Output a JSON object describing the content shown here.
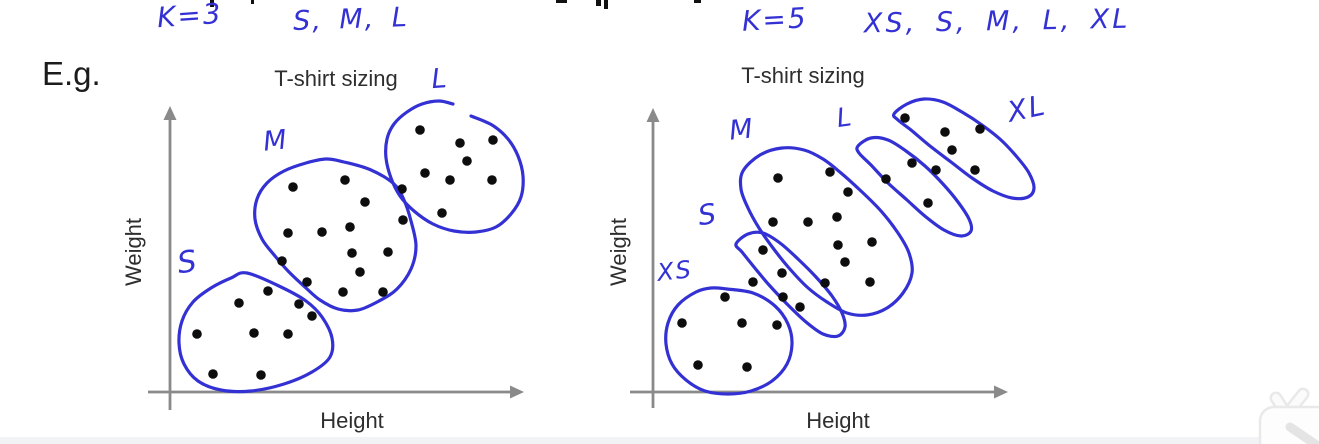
{
  "meta": {
    "eg_label": "E.g."
  },
  "handwritten_header": {
    "left_k": "K=3",
    "left_sizes": "S, M, L",
    "right_k": "K=5",
    "right_sizes": "XS, S, M, L, XL"
  },
  "colors": {
    "ink": "#3431d4",
    "axis": "#8a8a8a",
    "dot": "#0d0d0d",
    "print_text": "#2e2e2e",
    "watermark_shade": "#e9e9e9",
    "bottom_strip": "#f2f3f4"
  },
  "chart_data": [
    {
      "type": "scatter",
      "id": "left",
      "title": "T-shirt sizing",
      "xlabel": "Height",
      "ylabel": "Weight",
      "k_value": 3,
      "axes_unlabeled": true,
      "legend": "none",
      "axis": {
        "y_line": [
          [
            170,
            410
          ],
          [
            170,
            118
          ]
        ],
        "y_arrow_tip": [
          170,
          106
        ],
        "x_line": [
          [
            148,
            392
          ],
          [
            512,
            392
          ]
        ],
        "x_arrow_tip": [
          524,
          392
        ]
      },
      "clusters": [
        {
          "label": "S",
          "closed": true,
          "outline": [
            [
              247,
              273
            ],
            [
              281,
              287
            ],
            [
              306,
              301
            ],
            [
              322,
              317
            ],
            [
              332,
              338
            ],
            [
              330,
              357
            ],
            [
              312,
              372
            ],
            [
              284,
              384
            ],
            [
              251,
              391
            ],
            [
              221,
              390
            ],
            [
              198,
              381
            ],
            [
              184,
              364
            ],
            [
              179,
              343
            ],
            [
              182,
              321
            ],
            [
              193,
              302
            ],
            [
              211,
              288
            ],
            [
              231,
              278
            ]
          ],
          "points": [
            [
              197,
              334
            ],
            [
              239,
              303
            ],
            [
              268,
              291
            ],
            [
              254,
              333
            ],
            [
              288,
              334
            ],
            [
              213,
              374
            ],
            [
              261,
              375
            ],
            [
              299,
              304
            ],
            [
              312,
              316
            ]
          ]
        },
        {
          "label": "M",
          "closed": true,
          "outline": [
            [
              344,
              162
            ],
            [
              371,
              170
            ],
            [
              394,
              184
            ],
            [
              404,
              200
            ],
            [
              411,
              221
            ],
            [
              416,
              246
            ],
            [
              411,
              269
            ],
            [
              397,
              289
            ],
            [
              379,
              301
            ],
            [
              358,
              310
            ],
            [
              338,
              309
            ],
            [
              320,
              300
            ],
            [
              306,
              288
            ],
            [
              289,
              272
            ],
            [
              275,
              256
            ],
            [
              262,
              239
            ],
            [
              255,
              219
            ],
            [
              257,
              199
            ],
            [
              267,
              183
            ],
            [
              284,
              171
            ],
            [
              306,
              163
            ],
            [
              326,
              159
            ]
          ],
          "points": [
            [
              293,
              187
            ],
            [
              345,
              180
            ],
            [
              365,
              202
            ],
            [
              288,
              233
            ],
            [
              322,
              232
            ],
            [
              350,
              227
            ],
            [
              402,
              189
            ],
            [
              403,
              220
            ],
            [
              352,
              253
            ],
            [
              388,
              252
            ],
            [
              360,
              272
            ],
            [
              343,
              292
            ],
            [
              383,
              292
            ],
            [
              282,
              261
            ],
            [
              307,
              282
            ]
          ]
        },
        {
          "label": "L",
          "closed": false,
          "outline": [
            [
              471,
              116
            ],
            [
              492,
              125
            ],
            [
              508,
              139
            ],
            [
              518,
              156
            ],
            [
              523,
              176
            ],
            [
              521,
              197
            ],
            [
              511,
              214
            ],
            [
              496,
              227
            ],
            [
              476,
              232
            ],
            [
              454,
              231
            ],
            [
              433,
              224
            ],
            [
              414,
              211
            ],
            [
              400,
              196
            ],
            [
              391,
              178
            ],
            [
              386,
              158
            ],
            [
              387,
              139
            ],
            [
              394,
              124
            ],
            [
              407,
              112
            ],
            [
              422,
              104
            ],
            [
              439,
              101
            ],
            [
              453,
              104
            ]
          ],
          "points": [
            [
              420,
              130
            ],
            [
              460,
              143
            ],
            [
              493,
              140
            ],
            [
              467,
              161
            ],
            [
              425,
              173
            ],
            [
              450,
              180
            ],
            [
              492,
              180
            ],
            [
              442,
              213
            ]
          ]
        }
      ]
    },
    {
      "type": "scatter",
      "id": "right",
      "title": "T-shirt sizing",
      "xlabel": "Height",
      "ylabel": "Weight",
      "k_value": 5,
      "axes_unlabeled": true,
      "legend": "none",
      "axis": {
        "y_line": [
          [
            653,
            408
          ],
          [
            653,
            120
          ]
        ],
        "y_arrow_tip": [
          653,
          108
        ],
        "x_line": [
          [
            630,
            392
          ],
          [
            996,
            392
          ]
        ],
        "x_arrow_tip": [
          1008,
          392
        ]
      },
      "clusters": [
        {
          "label": "XS",
          "closed": true,
          "outline": [
            [
              727,
              289
            ],
            [
              753,
              293
            ],
            [
              775,
              306
            ],
            [
              788,
              324
            ],
            [
              792,
              344
            ],
            [
              787,
              364
            ],
            [
              772,
              381
            ],
            [
              751,
              391
            ],
            [
              728,
              394
            ],
            [
              705,
              391
            ],
            [
              686,
              380
            ],
            [
              672,
              364
            ],
            [
              666,
              344
            ],
            [
              668,
              323
            ],
            [
              678,
              305
            ],
            [
              696,
              292
            ],
            [
              711,
              288
            ]
          ],
          "points": [
            [
              725,
              297
            ],
            [
              682,
              323
            ],
            [
              742,
              323
            ],
            [
              777,
              325
            ],
            [
              698,
              365
            ],
            [
              747,
              367
            ]
          ]
        },
        {
          "label": "S",
          "closed": true,
          "outline": [
            [
              736,
              244
            ],
            [
              748,
              234
            ],
            [
              763,
              233
            ],
            [
              780,
              243
            ],
            [
              798,
              259
            ],
            [
              816,
              277
            ],
            [
              832,
              296
            ],
            [
              842,
              313
            ],
            [
              845,
              327
            ],
            [
              838,
              336
            ],
            [
              823,
              334
            ],
            [
              806,
              322
            ],
            [
              788,
              305
            ],
            [
              770,
              286
            ],
            [
              754,
              267
            ],
            [
              742,
              252
            ]
          ],
          "points": [
            [
              763,
              250
            ],
            [
              753,
              282
            ],
            [
              782,
              273
            ],
            [
              783,
              297
            ],
            [
              800,
              307
            ],
            [
              825,
              283
            ]
          ]
        },
        {
          "label": "M",
          "closed": true,
          "outline": [
            [
              743,
              171
            ],
            [
              760,
              155
            ],
            [
              782,
              148
            ],
            [
              804,
              150
            ],
            [
              823,
              159
            ],
            [
              841,
              173
            ],
            [
              861,
              191
            ],
            [
              881,
              211
            ],
            [
              898,
              233
            ],
            [
              909,
              253
            ],
            [
              912,
              273
            ],
            [
              903,
              293
            ],
            [
              887,
              308
            ],
            [
              867,
              315
            ],
            [
              847,
              313
            ],
            [
              827,
              302
            ],
            [
              807,
              287
            ],
            [
              789,
              268
            ],
            [
              773,
              248
            ],
            [
              759,
              228
            ],
            [
              748,
              208
            ],
            [
              741,
              189
            ]
          ],
          "points": [
            [
              778,
              178
            ],
            [
              830,
              172
            ],
            [
              848,
              192
            ],
            [
              773,
              222
            ],
            [
              808,
              222
            ],
            [
              837,
              217
            ],
            [
              838,
              245
            ],
            [
              872,
              242
            ],
            [
              845,
              262
            ],
            [
              870,
              282
            ]
          ]
        },
        {
          "label": "L",
          "closed": true,
          "outline": [
            [
              858,
              146
            ],
            [
              871,
              138
            ],
            [
              888,
              140
            ],
            [
              906,
              151
            ],
            [
              925,
              166
            ],
            [
              943,
              184
            ],
            [
              958,
              202
            ],
            [
              969,
              219
            ],
            [
              971,
              231
            ],
            [
              961,
              236
            ],
            [
              944,
              230
            ],
            [
              926,
              217
            ],
            [
              907,
              200
            ],
            [
              888,
              183
            ],
            [
              871,
              165
            ],
            [
              859,
              153
            ]
          ],
          "points": [
            [
              886,
              179
            ],
            [
              912,
              163
            ],
            [
              936,
              170
            ],
            [
              928,
              203
            ]
          ]
        },
        {
          "label": "XL",
          "closed": true,
          "outline": [
            [
              894,
              114
            ],
            [
              907,
              104
            ],
            [
              924,
              99
            ],
            [
              943,
              102
            ],
            [
              962,
              112
            ],
            [
              982,
              125
            ],
            [
              1001,
              140
            ],
            [
              1017,
              157
            ],
            [
              1029,
              173
            ],
            [
              1034,
              188
            ],
            [
              1028,
              197
            ],
            [
              1012,
              198
            ],
            [
              993,
              191
            ],
            [
              972,
              178
            ],
            [
              951,
              162
            ],
            [
              930,
              146
            ],
            [
              911,
              130
            ],
            [
              898,
              120
            ]
          ],
          "points": [
            [
              905,
              118
            ],
            [
              945,
              132
            ],
            [
              980,
              129
            ],
            [
              952,
              150
            ],
            [
              975,
              170
            ]
          ]
        }
      ]
    }
  ],
  "top_cropped_marks": [
    [
      210,
      0,
      4,
      7
    ],
    [
      251,
      0,
      3,
      4
    ],
    [
      556,
      0,
      11,
      3
    ],
    [
      596,
      0,
      5,
      6
    ],
    [
      604,
      0,
      4,
      9
    ],
    [
      694,
      0,
      7,
      3
    ]
  ],
  "watermark": {
    "icon": "tv-icon"
  }
}
